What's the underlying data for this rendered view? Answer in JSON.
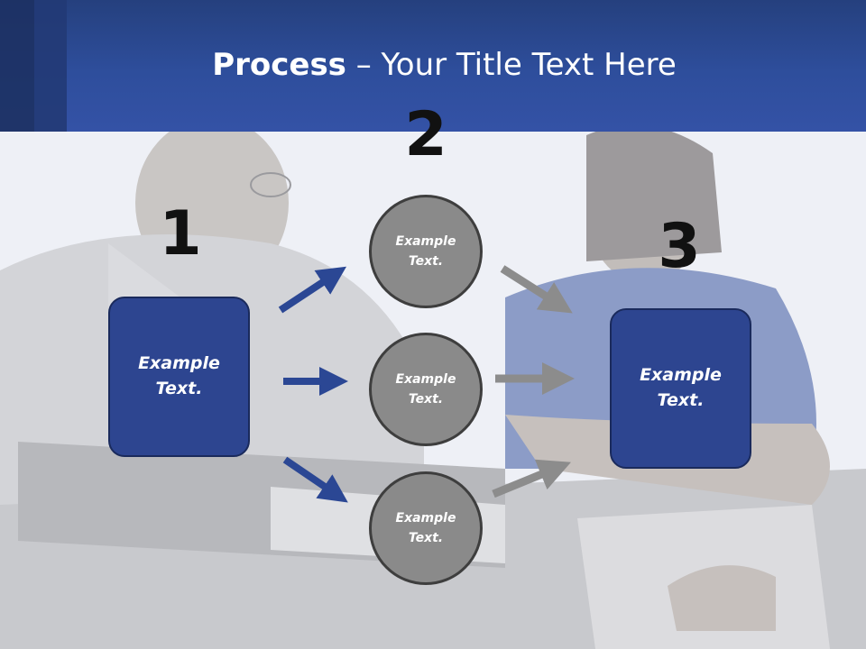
{
  "title": {
    "bold": "Process",
    "rest": " – Your Title Text Here"
  },
  "steps": {
    "one": "1",
    "two": "2",
    "three": "3"
  },
  "left_box": {
    "line1": "Example",
    "line2": "Text."
  },
  "circles": [
    {
      "line1": "Example",
      "line2": "Text."
    },
    {
      "line1": "Example",
      "line2": "Text."
    },
    {
      "line1": "Example",
      "line2": "Text."
    }
  ],
  "right_box": {
    "line1": "Example",
    "line2": "Text."
  },
  "colors": {
    "header": "#2e4e9c",
    "box_fill": "#2d4590",
    "circle_fill": "#8a8a8a",
    "arrow_blue": "#2b4794",
    "arrow_gray": "#8c8c8c"
  }
}
